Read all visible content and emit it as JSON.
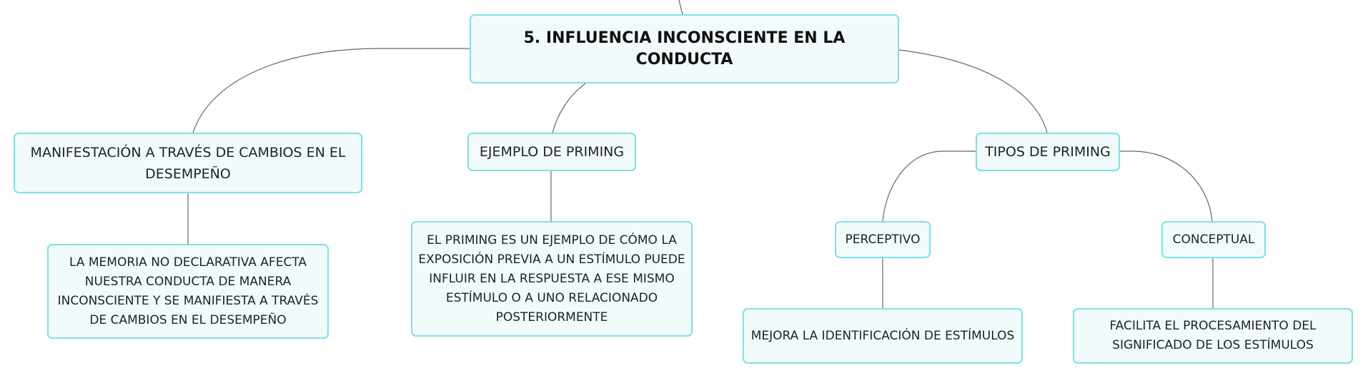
{
  "colors": {
    "node_border": "#7fe0e6",
    "node_fill": "#f2fbfc",
    "text": "#222222",
    "connector": "#666666"
  },
  "root": {
    "label": "5. INFLUENCIA INCONSCIENTE EN LA CONDUCTA"
  },
  "branches": [
    {
      "label": "MANIFESTACIÓN A TRAVÉS DE CAMBIOS EN EL DESEMPEÑO",
      "child": "LA MEMORIA NO DECLARATIVA AFECTA NUESTRA CONDUCTA DE MANERA INCONSCIENTE Y SE MANIFIESTA A TRAVÉS DE CAMBIOS EN EL DESEMPEÑO"
    },
    {
      "label": "EJEMPLO DE PRIMING",
      "child": "EL PRIMING ES UN EJEMPLO DE CÓMO LA EXPOSICIÓN PREVIA A UN ESTÍMULO PUEDE INFLUIR EN LA RESPUESTA A ESE MISMO ESTÍMULO O A UNO RELACIONADO POSTERIORMENTE"
    },
    {
      "label": "TIPOS DE PRIMING",
      "subtypes": [
        {
          "label": "PERCEPTIVO",
          "child": "MEJORA LA IDENTIFICACIÓN DE ESTÍMULOS"
        },
        {
          "label": "CONCEPTUAL",
          "child": "FACILITA EL PROCESAMIENTO DEL SIGNIFICADO DE LOS ESTÍMULOS"
        }
      ]
    }
  ]
}
